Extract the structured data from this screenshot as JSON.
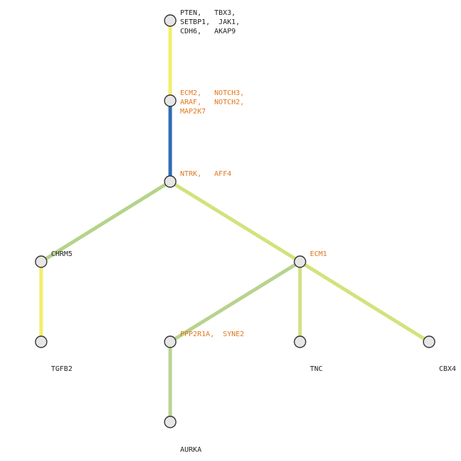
{
  "colors": {
    "black_label": "#222222",
    "orange_label": "#e07820",
    "node_fill": "#e6e6e6",
    "node_stroke": "#333333"
  },
  "nodes": [
    {
      "id": "n0",
      "lines": [
        "PTEN,   TBX3,",
        "SETBP1,  JAK1,",
        "CDH6,   AKAP9"
      ],
      "color": "black"
    },
    {
      "id": "n1",
      "lines": [
        "ECM2,   NOTCH3,",
        "ARAF,   NOTCH2,",
        "MAP2K7"
      ],
      "color": "orange"
    },
    {
      "id": "n2",
      "lines": [
        "NTRK,   AFF4"
      ],
      "color": "orange"
    },
    {
      "id": "n3",
      "lines": [
        "CHRM5"
      ],
      "color": "black"
    },
    {
      "id": "n4",
      "lines": [
        "TGFB2"
      ],
      "color": "black"
    },
    {
      "id": "n5",
      "lines": [
        "ECM1"
      ],
      "color": "orange"
    },
    {
      "id": "n6",
      "lines": [
        "PPP2R1A,  SYNE2"
      ],
      "color": "orange"
    },
    {
      "id": "n7",
      "lines": [
        "AURKA"
      ],
      "color": "black"
    },
    {
      "id": "n8",
      "lines": [
        "TNC"
      ],
      "color": "black"
    },
    {
      "id": "n9",
      "lines": [
        "CBX4"
      ],
      "color": "black"
    }
  ],
  "edges": [
    {
      "from": "n0",
      "to": "n1",
      "color": "#f2ee6a"
    },
    {
      "from": "n1",
      "to": "n2",
      "color": "#2f6db3"
    },
    {
      "from": "n2",
      "to": "n3",
      "color": "#b5d38a"
    },
    {
      "from": "n2",
      "to": "n5",
      "color": "#d3e27c"
    },
    {
      "from": "n3",
      "to": "n4",
      "color": "#f2ee6a"
    },
    {
      "from": "n5",
      "to": "n6",
      "color": "#b8d38e"
    },
    {
      "from": "n5",
      "to": "n8",
      "color": "#cfe282"
    },
    {
      "from": "n5",
      "to": "n9",
      "color": "#d3e27c"
    },
    {
      "from": "n6",
      "to": "n7",
      "color": "#b8d492"
    }
  ]
}
